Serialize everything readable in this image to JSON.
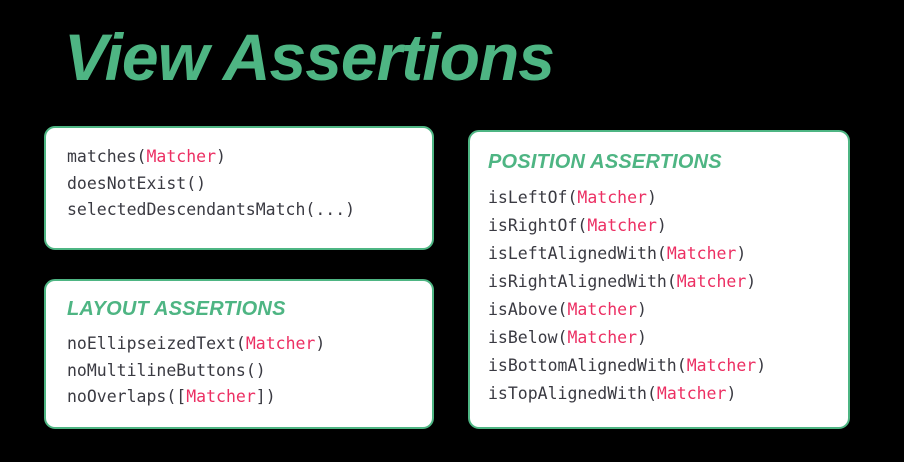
{
  "title": "View Assertions",
  "theme": {
    "background": "#000000",
    "accent_green": "#4EB583",
    "card_background": "#FFFFFF",
    "code_text": "#3A3A42",
    "arg_pink": "#EC2F63"
  },
  "cards": [
    {
      "id": "matcher-assertions",
      "heading": null,
      "lines": [
        {
          "name": "matches",
          "open": "(",
          "arg": "Matcher",
          "close": ")"
        },
        {
          "name": "doesNotExist",
          "open": "(",
          "arg": "",
          "close": ")"
        },
        {
          "name": "selectedDescendantsMatch",
          "open": "(",
          "arg": "",
          "close": "...)"
        }
      ]
    },
    {
      "id": "layout-assertions",
      "heading": "LAYOUT ASSERTIONS",
      "lines": [
        {
          "name": "noEllipseizedText",
          "open": "(",
          "arg": "Matcher",
          "close": ")"
        },
        {
          "name": "noMultilineButtons",
          "open": "(",
          "arg": "",
          "close": ")"
        },
        {
          "name": "noOverlaps",
          "open": "([",
          "arg": "Matcher",
          "close": "])"
        }
      ]
    },
    {
      "id": "position-assertions",
      "heading": "POSITION ASSERTIONS",
      "lines": [
        {
          "name": "isLeftOf",
          "open": "(",
          "arg": "Matcher",
          "close": ")"
        },
        {
          "name": "isRightOf",
          "open": "(",
          "arg": "Matcher",
          "close": ")"
        },
        {
          "name": "isLeftAlignedWith",
          "open": "(",
          "arg": "Matcher",
          "close": ")"
        },
        {
          "name": "isRightAlignedWith",
          "open": "(",
          "arg": "Matcher",
          "close": ")"
        },
        {
          "name": "isAbove",
          "open": "(",
          "arg": "Matcher",
          "close": ")"
        },
        {
          "name": "isBelow",
          "open": "(",
          "arg": "Matcher",
          "close": ")"
        },
        {
          "name": "isBottomAlignedWith",
          "open": "(",
          "arg": "Matcher",
          "close": ")"
        },
        {
          "name": "isTopAlignedWith",
          "open": "(",
          "arg": "Matcher",
          "close": ")"
        }
      ]
    }
  ]
}
